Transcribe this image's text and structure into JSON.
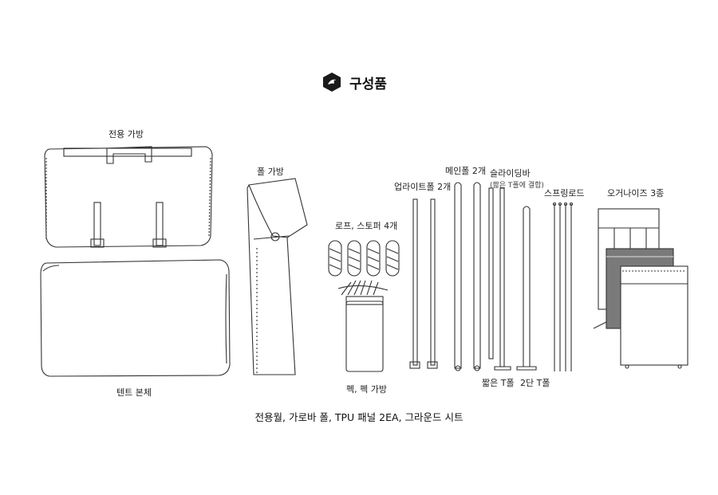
{
  "title": "구성품",
  "labels": {
    "dedicated_bag": "전용 가방",
    "tent_body": "텐트 본체",
    "pole_bag": "폴 가방",
    "rope_stopper": "로프, 스토퍼 4개",
    "peg_bag": "펙, 펙 가방",
    "upright_pole": "업라이트폴 2개",
    "main_pole": "메인폴 2개",
    "sliding_bar": "슬라이딩바",
    "sliding_bar_note": "(짧은 T폴에 결합)",
    "spring_rod": "스프링로드",
    "organizer": "오거나이즈 3종",
    "short_t_pole": "짧은 T폴",
    "two_stage_t_pole": "2단 T폴"
  },
  "footer": "전용월, 가로바 폴, TPU 패널 2EA, 그라운드 시트",
  "icons": {
    "logo": "hexagon-logo-icon"
  }
}
